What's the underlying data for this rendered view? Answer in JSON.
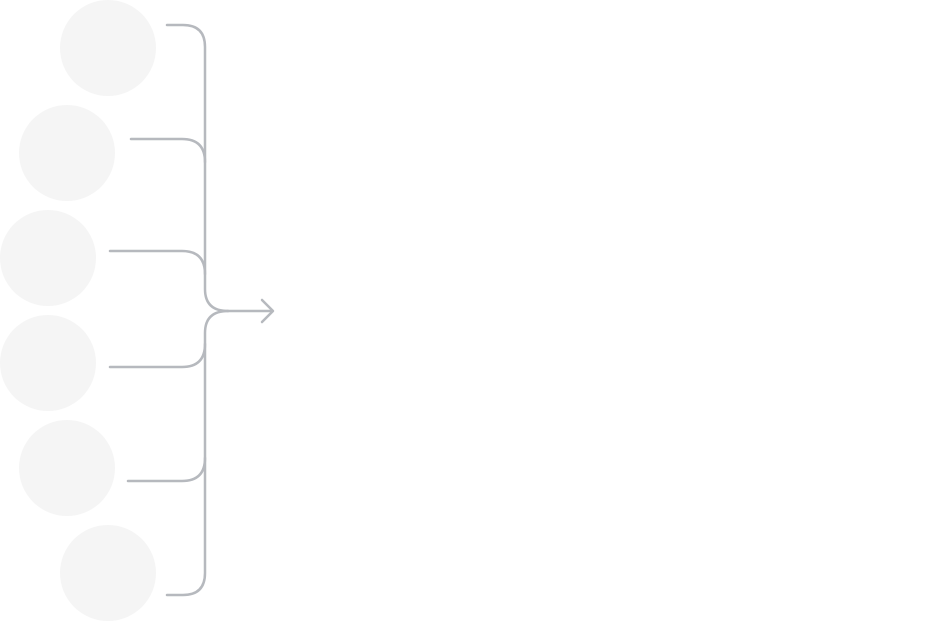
{
  "diagram": {
    "type": "converging-flow",
    "node_count": 6,
    "nodes": [
      {
        "label": ""
      },
      {
        "label": ""
      },
      {
        "label": ""
      },
      {
        "label": ""
      },
      {
        "label": ""
      },
      {
        "label": ""
      }
    ],
    "colors": {
      "node_fill": "#f5f5f5",
      "connector": "#b6b9be",
      "background": "#ffffff"
    },
    "arrow_direction": "right"
  }
}
